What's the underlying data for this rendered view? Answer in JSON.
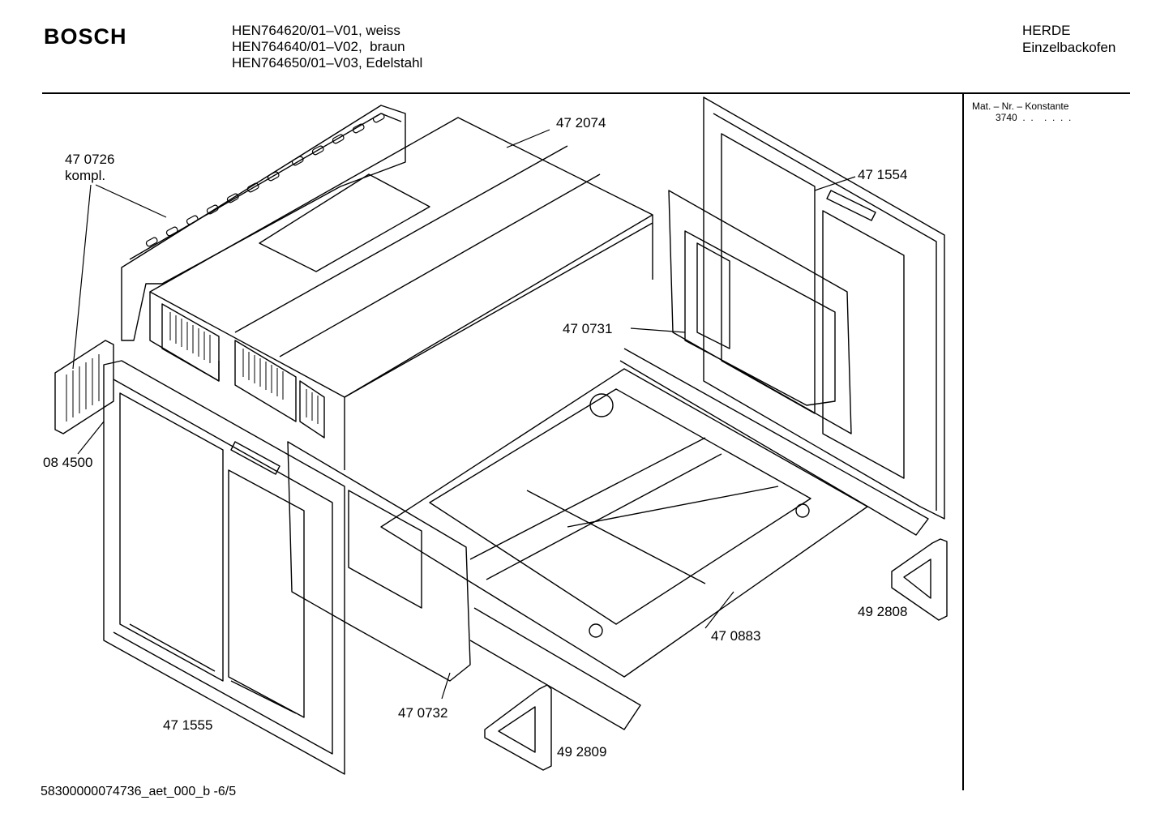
{
  "header": {
    "brand": "BOSCH",
    "models": [
      "HEN764620/01–V01, weiss",
      "HEN764640/01–V02,  braun",
      "HEN764650/01–V03, Edelstahl"
    ],
    "category": [
      "HERDE",
      "Einzelbackofen"
    ]
  },
  "info": {
    "label": "Mat. – Nr. – Konstante",
    "value": "3740  .  .    .  .  .  ."
  },
  "parts": {
    "p472074": "47 2074",
    "p470726": "47 0726",
    "p470726_note": "kompl.",
    "p471554": "47 1554",
    "p470731": "47 0731",
    "p084500": "08 4500",
    "p492808": "49 2808",
    "p470883": "47 0883",
    "p470732": "47 0732",
    "p471555": "47 1555",
    "p492809": "49 2809"
  },
  "footer": "58300000074736_aet_000_b  -6/5"
}
